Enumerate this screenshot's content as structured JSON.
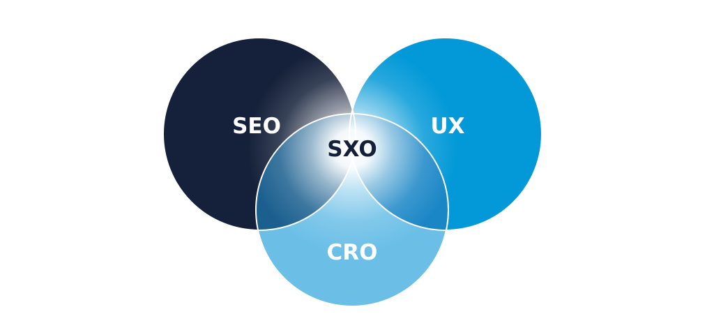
{
  "diagram": {
    "sets": [
      {
        "id": "seo",
        "label": "SEO",
        "color": "#15213a"
      },
      {
        "id": "ux",
        "label": "UX",
        "color": "#0399d8"
      },
      {
        "id": "cro",
        "label": "CRO",
        "color": "#6bbfe7"
      }
    ],
    "center": {
      "label": "SXO",
      "text_color": "#14203a"
    },
    "colors": {
      "seo_ux_overlap": "#0f507b",
      "seo_cro_overlap": "#1b5f8f",
      "ux_cro_overlap": "#1a86c6",
      "outline": "#ffffff",
      "label_text": "#ffffff",
      "background": "#ffffff"
    }
  }
}
